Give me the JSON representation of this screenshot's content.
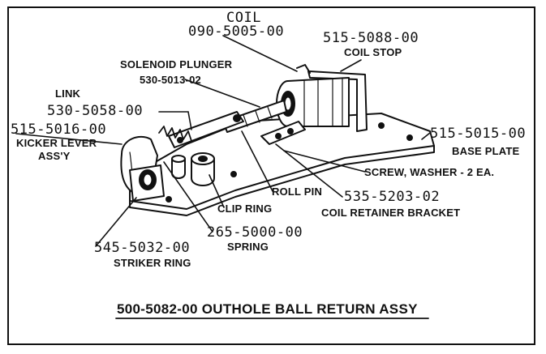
{
  "labels": {
    "coil_name": "COIL",
    "coil_part": "090-5005-00",
    "coil_stop_part": "515-5088-00",
    "coil_stop_name": "COIL STOP",
    "plunger_name": "SOLENOID PLUNGER",
    "plunger_part": "530-5013-02",
    "link_name": "LINK",
    "link_part": "530-5058-00",
    "kicker_part": "515-5016-00",
    "kicker_name_1": "KICKER LEVER",
    "kicker_name_2": "ASS'Y",
    "base_part": "515-5015-00",
    "base_name": "BASE PLATE",
    "screw_name": "SCREW, WASHER - 2 EA.",
    "roll_pin_name": "ROLL PIN",
    "bracket_part": "535-5203-02",
    "bracket_name": "COIL RETAINER BRACKET",
    "clip_ring_name": "CLIP RING",
    "spring_part": "265-5000-00",
    "spring_name": "SPRING",
    "striker_part": "545-5032-00",
    "striker_name": "STRIKER RING"
  },
  "title": "500-5082-00 OUTHOLE BALL RETURN ASSY"
}
